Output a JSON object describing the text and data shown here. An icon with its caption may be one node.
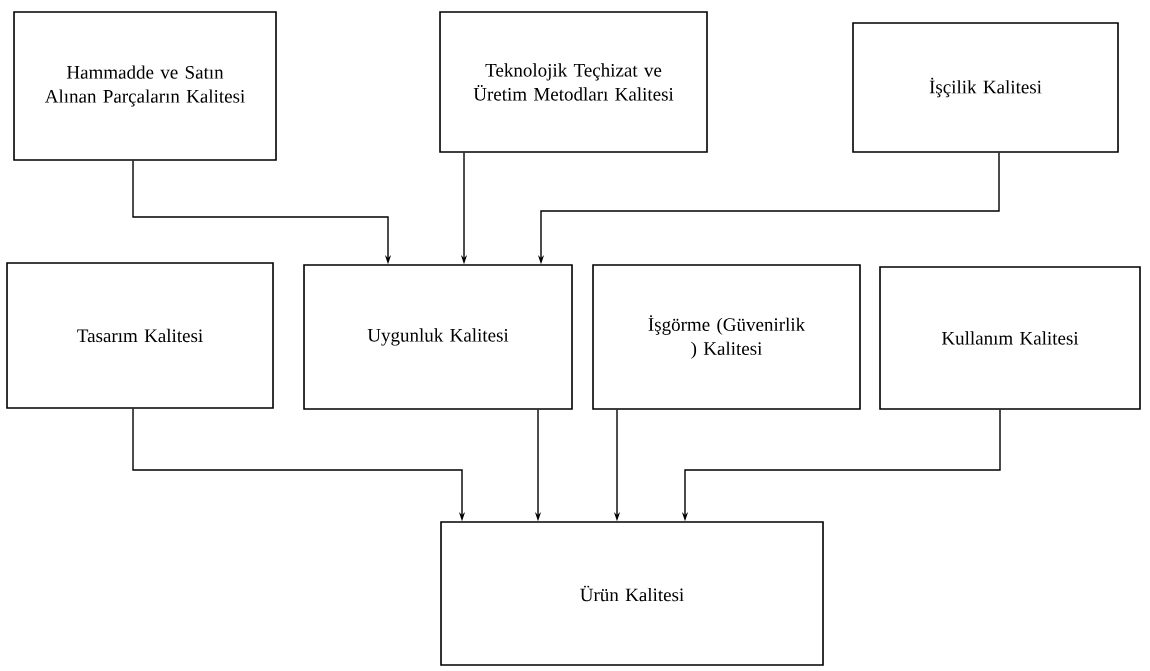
{
  "diagram": {
    "nodes": [
      {
        "text": [
          "Hammadde ve Satın Alınan Parçaların Kalitesi"
        ]
      },
      {
        "text": [
          "Teknolojik Teçhizat ve Üretim Metodları Kalitesi"
        ]
      },
      {
        "text": [
          "İşçilik Kalitesi"
        ]
      },
      {
        "text": [
          "Tasarım Kalitesi"
        ]
      },
      {
        "text": [
          "Uygunluk Kalitesi"
        ]
      },
      {
        "text": [
          "İşgörme (Güvenirlik ) Kalitesi"
        ]
      },
      {
        "text": [
          "Kullanım Kalitesi"
        ]
      },
      {
        "text": [
          "Ürün Kalitesi"
        ]
      }
    ],
    "edges": [
      {
        "from": 0,
        "to": 4,
        "arrow": "to"
      },
      {
        "from": 1,
        "to": 4,
        "arrow": "to"
      },
      {
        "from": 2,
        "to": 4,
        "arrow": "to"
      },
      {
        "from": 3,
        "to": 7,
        "arrow": "to"
      },
      {
        "from": 4,
        "to": 7,
        "arrow": "to"
      },
      {
        "from": 5,
        "to": 7,
        "arrow": "to"
      },
      {
        "from": 6,
        "to": 7,
        "arrow": "to"
      }
    ]
  }
}
